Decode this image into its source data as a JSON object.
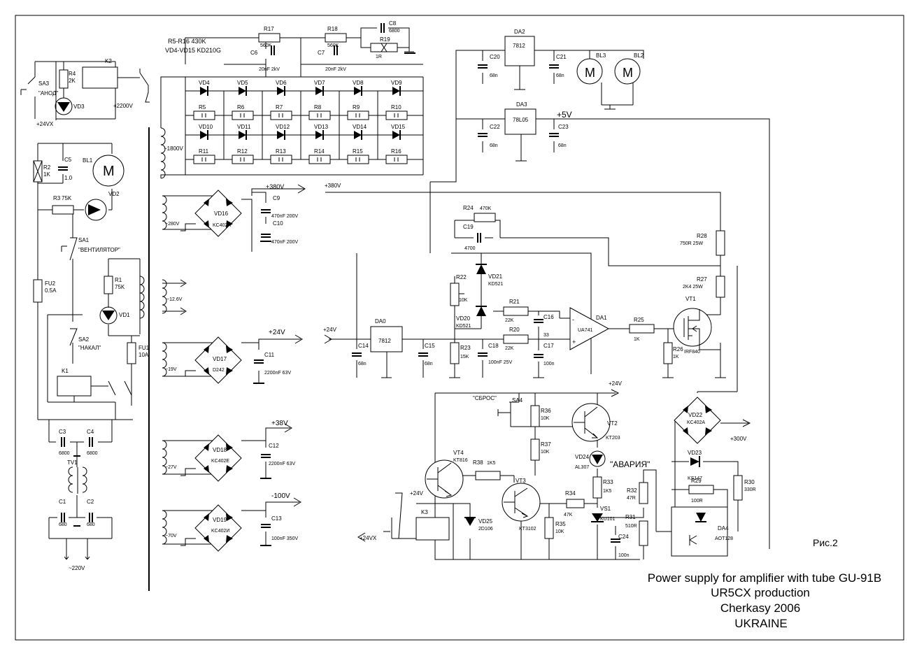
{
  "figure_label": "Рис.2",
  "caption": {
    "line1": "Power supply for amplifier with tube GU-91B",
    "line2": "UR5CX production",
    "line3": "Cherkasy 2006",
    "line4": "UKRAINE"
  },
  "notes": {
    "resistor_note": "R5-R16 430K",
    "diode_note": "VD4-VD15 KD210G"
  },
  "switches": {
    "sa3": "SA3",
    "sa3_label": "\"АНОД\"",
    "sa1": "SA1",
    "sa1_label": "\"ВЕНТИЛЯТОР\"",
    "sa2": "SA2",
    "sa2_label": "\"НАКАЛ\"",
    "sa4": "SA4",
    "sa4_label": "\"СБРОС\""
  },
  "relays": {
    "k1": "K1",
    "k2": "K2",
    "k3": "K3"
  },
  "lamps": {
    "bl1": "BL1",
    "bl2": "BL2",
    "bl3": "BL3",
    "motor_symbol": "M",
    "alarm_label": "\"АВАРИЯ\""
  },
  "fuses": {
    "fu1": "FU1",
    "fu1_value": "10A",
    "fu2": "FU2",
    "fu2_value": "0.5A"
  },
  "transformer": {
    "tv1": "TV1"
  },
  "resistors": {
    "r1": "R1",
    "r1v": "75K",
    "r2": "R2",
    "r2v": "1K",
    "r3": "R3",
    "r3v": "75K",
    "r4": "R4",
    "r4v": "2K",
    "chain_top": [
      "R5",
      "R6",
      "R7",
      "R8",
      "R9",
      "R10"
    ],
    "chain_bottom": [
      "R11",
      "R12",
      "R13",
      "R14",
      "R15",
      "R16"
    ],
    "r17": "R17",
    "r17v": "560K",
    "r18": "R18",
    "r18v": "560K",
    "r19": "R19",
    "r19v": "1R",
    "r20": "R20",
    "r20v": "22K",
    "r21": "R21",
    "r21v": "22K",
    "r22": "R22",
    "r22v": "10K",
    "r23": "R23",
    "r23v": "15K",
    "r24": "R24",
    "r24v": "470K",
    "r25": "R25",
    "r25v": "1K",
    "r26": "R26",
    "r26v": "1K",
    "r27": "R27",
    "r27v": "2K4 25W",
    "r28": "R28",
    "r28v": "750R 25W",
    "r29": "R29",
    "r29v": "100R",
    "r30": "R30",
    "r30v": "330R",
    "r31": "R31",
    "r31v": "510R",
    "r32": "R32",
    "r32v": "47R",
    "r33": "R33",
    "r33v": "1K5",
    "r34": "R34",
    "r34v": "47K",
    "r35": "R35",
    "r35v": "10K",
    "r36": "R36",
    "r36v": "10K",
    "r37": "R37",
    "r37v": "10K",
    "r38": "R38",
    "r38v": "1K5"
  },
  "capacitors": {
    "c1": "C1",
    "c1v": "680",
    "c2": "C2",
    "c2v": "680",
    "c3": "C3",
    "c3v": "6800",
    "c4": "C4",
    "c4v": "6800",
    "c5": "C5",
    "c5v": "1.0",
    "c6": "C6",
    "c6v": "20nF 2kV",
    "c7": "C7",
    "c7v": "20nF 2kV",
    "c8": "C8",
    "c8v": "6800",
    "c9": "C9",
    "c9v": "470nF 200V",
    "c10": "C10",
    "c10v": "470nF 200V",
    "c11": "C11",
    "c11v": "2200nF 63V",
    "c12": "C12",
    "c12v": "2200nF 63V",
    "c13": "C13",
    "c13v": "100nF 350V",
    "c14": "C14",
    "c14v": "68n",
    "c15": "C15",
    "c15v": "68n",
    "c16": "C16",
    "c16v": "33",
    "c17": "C17",
    "c17v": "100n",
    "c18": "C18",
    "c18v": "100nF 25V",
    "c19": "C19",
    "c19v": "4700",
    "c20": "C20",
    "c20v": "68n",
    "c21": "C21",
    "c21v": "68n",
    "c22": "C22",
    "c22v": "68n",
    "c23": "C23",
    "c23v": "68n",
    "c24": "C24",
    "c24v": "100n"
  },
  "diodes": {
    "vd1": "VD1",
    "vd2": "VD2",
    "vd3": "VD3",
    "chain_top": [
      "VD4",
      "VD5",
      "VD6",
      "VD7",
      "VD8",
      "VD9"
    ],
    "chain_bottom": [
      "VD10",
      "VD11",
      "VD12",
      "VD13",
      "VD14",
      "VD15"
    ],
    "vd16": "VD16",
    "vd16v": "KC402A",
    "vd17": "VD17",
    "vd17v": "D242",
    "vd18": "VD18",
    "vd18v": "KC402E",
    "vd19": "VD19",
    "vd19v": "KC402И",
    "vd20": "VD20",
    "vd20v": "KD521",
    "vd21": "VD21",
    "vd21v": "KD521",
    "vd22": "VD22",
    "vd22v": "KC402A",
    "vd23": "VD23",
    "vd23v": "KS147",
    "vd24": "VD24",
    "vd24v": "AL307",
    "vd25": "VD25",
    "vd25v": "2D106"
  },
  "ics": {
    "da0": "DA0",
    "da0v": "7812",
    "da1": "DA1",
    "da1v": "UA741",
    "da2": "DA2",
    "da2v": "7812",
    "da3": "DA3",
    "da3v": "78L05",
    "da4": "DA4",
    "da4v": "AOT128"
  },
  "transistors": {
    "vt1": "VT1",
    "vt1v": "IRF840",
    "vt2": "VT2",
    "vt2v": "KT203",
    "vt3": "VT3",
    "vt3v": "KT3102",
    "vt4": "VT4",
    "vt4v": "KT816",
    "vs1": "VS1",
    "vs1v": "KU101"
  },
  "voltages": {
    "v380": "+380V",
    "v380_in": "+380V",
    "v24": "+24V",
    "v24_in": "+24V",
    "v24_r": "+24V",
    "v24_k": "+24V",
    "v38": "+38V",
    "v100": "-100V",
    "v5": "+5V",
    "v300": "+300V",
    "v2200": "+2200V",
    "v24vx": "+24VX",
    "v24vx_k3": "+24VX",
    "ac220": "~220V",
    "ac1800": "~1800V",
    "ac280": "~280V",
    "ac126": "~12.6V",
    "ac19": "~19V",
    "ac27": "~27V",
    "ac70": "~70V"
  }
}
